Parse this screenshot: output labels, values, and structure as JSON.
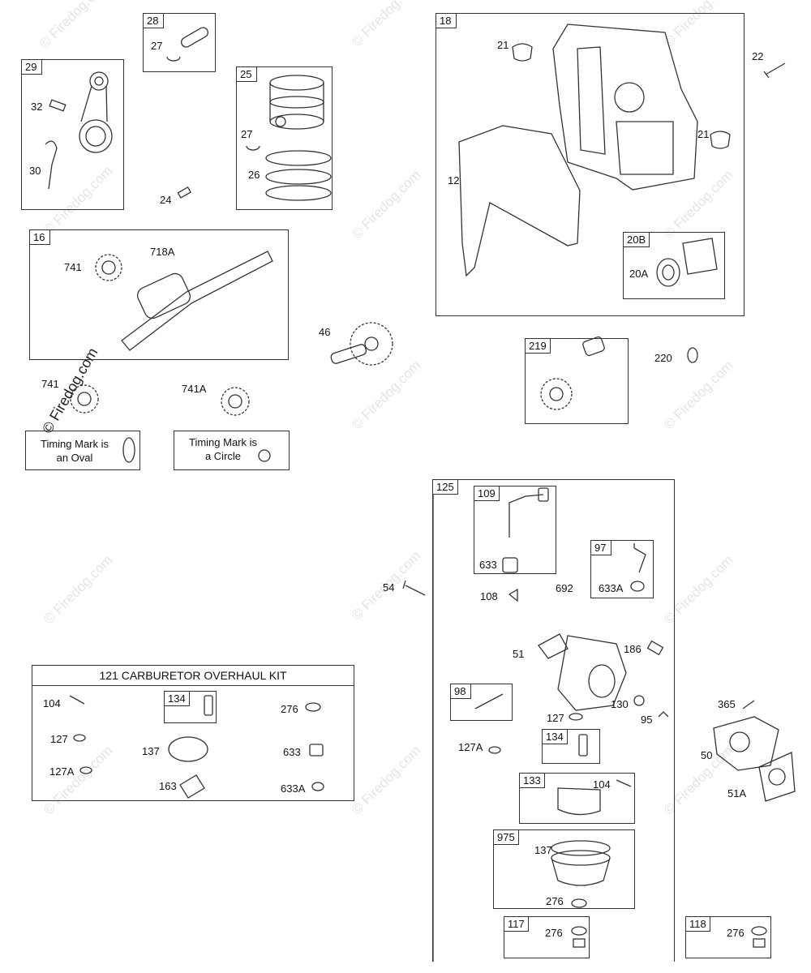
{
  "watermark": "© Firedog.com",
  "boxes": {
    "b28": "28",
    "b29": "29",
    "b25": "25",
    "b16": "16",
    "b18": "18",
    "b20b": "20B",
    "b219": "219",
    "b125": "125",
    "b109": "109",
    "b97": "97",
    "b98": "98",
    "b134a": "134",
    "b134b": "134",
    "b133": "133",
    "b975": "975",
    "b117": "117",
    "b118": "118"
  },
  "labels": {
    "p27a": "27",
    "p32": "32",
    "p30": "30",
    "p24": "24",
    "p27b": "27",
    "p26": "26",
    "p741": "741",
    "p718a": "718A",
    "p741b": "741",
    "p741a": "741A",
    "p46": "46",
    "p21a": "21",
    "p22": "22",
    "p21b": "21",
    "p12": "12",
    "p20a": "20A",
    "p220": "220",
    "p633": "633",
    "p692": "692",
    "p633a": "633A",
    "p108": "108",
    "p54": "54",
    "p51": "51",
    "p186": "186",
    "p130": "130",
    "p95": "95",
    "p127": "127",
    "p127a": "127A",
    "p104a": "104",
    "p137a": "137",
    "p276a": "276",
    "p276b": "276",
    "p276c": "276",
    "p365": "365",
    "p50": "50",
    "p51a": "51A",
    "k104": "104",
    "k127": "127",
    "k127a": "127A",
    "k137": "137",
    "k163": "163",
    "k276": "276",
    "k633": "633",
    "k633a": "633A"
  },
  "notes": {
    "oval_line1": "Timing Mark is",
    "oval_line2": "an Oval",
    "circle_line1": "Timing Mark is",
    "circle_line2": "a Circle"
  },
  "kit": {
    "title": "121 CARBURETOR OVERHAUL KIT"
  }
}
